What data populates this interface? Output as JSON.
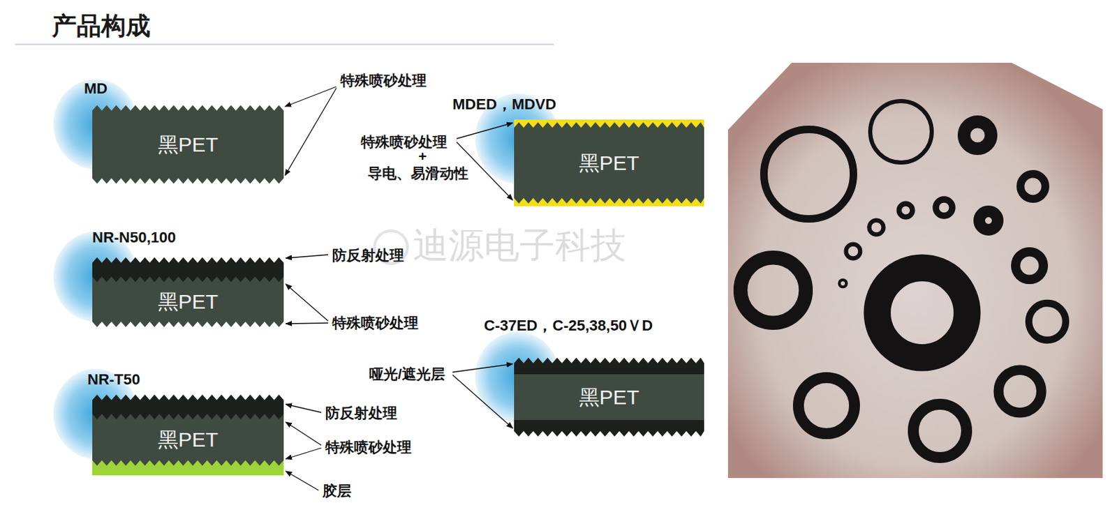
{
  "diagram": {
    "title": "产品构成",
    "nodes": [
      {
        "text": [
          "MD",
          "黑PET"
        ]
      },
      {
        "text": [
          "MDED，MDVD",
          "黑PET"
        ]
      },
      {
        "text": [
          "NR-N50,100",
          "黑PET"
        ]
      },
      {
        "text": [
          "C-37ED，C-25,38,50ＶD",
          "黑PET"
        ]
      },
      {
        "text": [
          "NR-T50",
          "黑PET"
        ]
      }
    ],
    "labels": [
      "特殊喷砂处理",
      "特殊喷砂处理",
      "+",
      "导电、易滑动性",
      "迪源电子科技",
      "防反射处理",
      "特殊喷砂处理",
      "哑光/遮光层",
      "防反射处理",
      "特殊喷砂处理",
      "胶层"
    ]
  }
}
